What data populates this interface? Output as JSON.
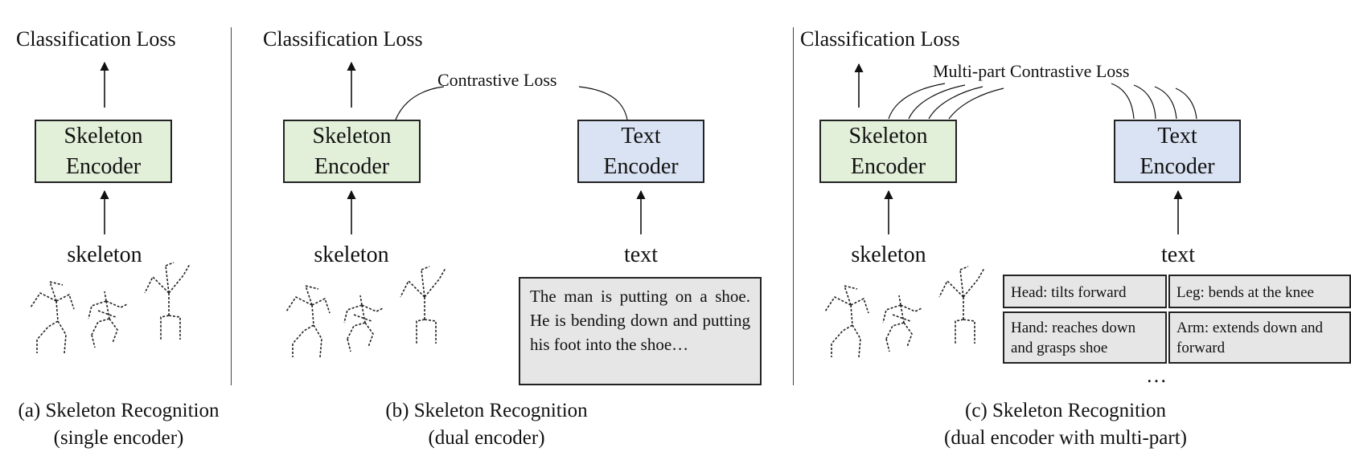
{
  "panel_a": {
    "loss": "Classification Loss",
    "encoder": [
      "Skeleton",
      "Encoder"
    ],
    "input": "skeleton",
    "caption": [
      "(a) Skeleton Recognition",
      "(single encoder)"
    ]
  },
  "panel_b": {
    "loss": "Classification Loss",
    "contrastive": "Contrastive Loss",
    "skeleton_encoder": [
      "Skeleton",
      "Encoder"
    ],
    "text_encoder": [
      "Text",
      "Encoder"
    ],
    "input_skeleton": "skeleton",
    "input_text": "text",
    "description": "The man is putting on a shoe. He is bending down and putting his foot into the shoe…",
    "caption": [
      "(b) Skeleton Recognition",
      "(dual encoder)"
    ]
  },
  "panel_c": {
    "loss": "Classification Loss",
    "contrastive": "Multi-part Contrastive Loss",
    "skeleton_encoder": [
      "Skeleton",
      "Encoder"
    ],
    "text_encoder": [
      "Text",
      "Encoder"
    ],
    "input_skeleton": "skeleton",
    "input_text": "text",
    "parts": [
      "Head: tilts forward",
      "Leg: bends at the knee",
      "Hand: reaches down and grasps shoe",
      "Arm: extends down and forward"
    ],
    "more": "…",
    "caption": [
      "(c) Skeleton Recognition",
      "(dual encoder with multi-part)"
    ]
  },
  "colors": {
    "skeleton_encoder_fill": "#e2efd9",
    "text_encoder_fill": "#dae3f3",
    "text_box_fill": "#e6e6e6"
  }
}
